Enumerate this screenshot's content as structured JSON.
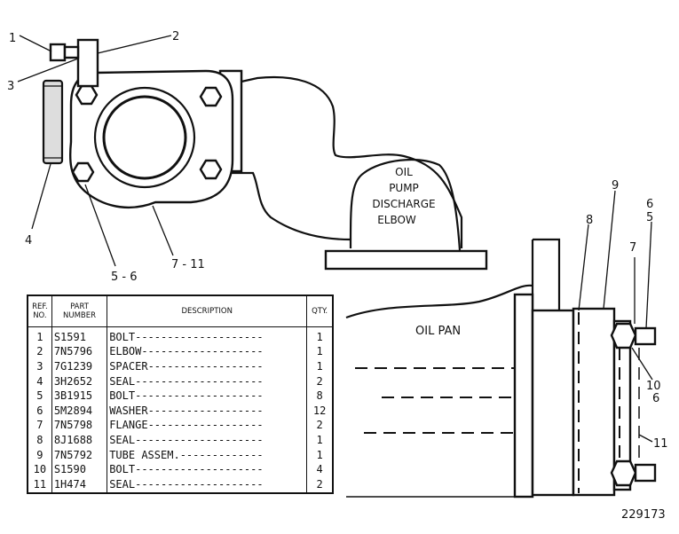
{
  "callouts": {
    "c1": "1",
    "c2": "2",
    "c3": "3",
    "c4": "4",
    "c5_6": "5 - 6",
    "c7_11": "7 - 11",
    "c9": "9",
    "c8": "8",
    "c6a": "6",
    "c5": "5",
    "c7": "7",
    "c10": "10",
    "c6b": "6",
    "c11": "11"
  },
  "labels": {
    "elbow_line1": "OIL",
    "elbow_line2": "PUMP",
    "elbow_line3": "DISCHARGE",
    "elbow_line4": "ELBOW",
    "oil_pan": "OIL PAN",
    "drawing_number": "229173"
  },
  "parts_table": {
    "headers": {
      "ref_line1": "REF.",
      "ref_line2": "NO.",
      "part_line1": "PART",
      "part_line2": "NUMBER",
      "description": "DESCRIPTION",
      "qty": "QTY."
    },
    "rows": [
      {
        "ref": "1",
        "part": "S1591",
        "description": "BOLT",
        "qty": "1"
      },
      {
        "ref": "2",
        "part": "7N5796",
        "description": "ELBOW",
        "qty": "1"
      },
      {
        "ref": "3",
        "part": "7G1239",
        "description": "SPACER",
        "qty": "1"
      },
      {
        "ref": "4",
        "part": "3H2652",
        "description": "SEAL",
        "qty": "2"
      },
      {
        "ref": "5",
        "part": "3B1915",
        "description": "BOLT",
        "qty": "8"
      },
      {
        "ref": "6",
        "part": "5M2894",
        "description": "WASHER",
        "qty": "12"
      },
      {
        "ref": "7",
        "part": "7N5798",
        "description": "FLANGE",
        "qty": "2"
      },
      {
        "ref": "8",
        "part": "8J1688",
        "description": "SEAL",
        "qty": "1"
      },
      {
        "ref": "9",
        "part": "7N5792",
        "description": "TUBE ASSEM.",
        "qty": "1"
      },
      {
        "ref": "10",
        "part": "S1590",
        "description": "BOLT",
        "qty": "4"
      },
      {
        "ref": "11",
        "part": "1H474",
        "description": "SEAL",
        "qty": "2"
      }
    ]
  }
}
